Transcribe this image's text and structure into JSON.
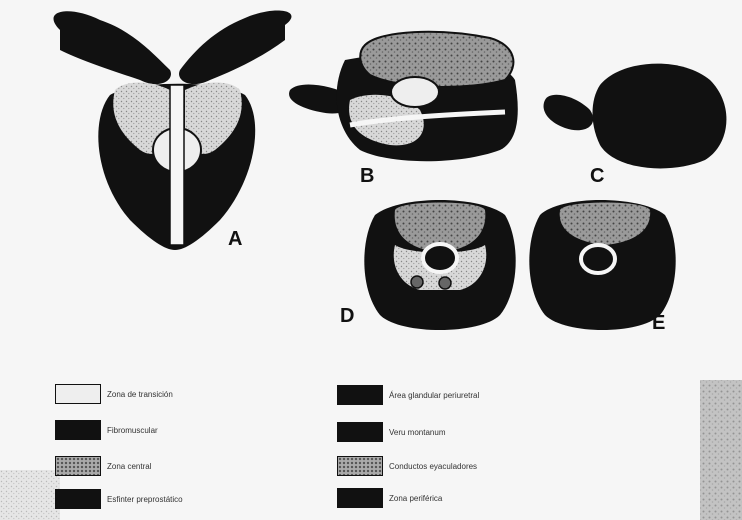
{
  "panels": {
    "a": "A",
    "b": "B",
    "c": "C",
    "d": "D",
    "e": "E"
  },
  "legend": [
    {
      "swatch": "light",
      "label": "Zona de transición"
    },
    {
      "swatch": "dark",
      "label": "Fibromuscular"
    },
    {
      "swatch": "speckled",
      "label": "Zona central"
    },
    {
      "swatch": "dark",
      "label": "Esfinter preprostático"
    },
    {
      "swatch": "dark",
      "label": "Área glandular periuretral"
    },
    {
      "swatch": "dark",
      "label": "Veru montanum"
    },
    {
      "swatch": "speckled",
      "label": "Conductos eyaculadores"
    },
    {
      "swatch": "dark",
      "label": "Zona periférica"
    }
  ],
  "colors": {
    "ink": "#111111",
    "light": "#eeeeee",
    "speckled": "#9c9c9c",
    "paper": "#f6f6f6"
  }
}
